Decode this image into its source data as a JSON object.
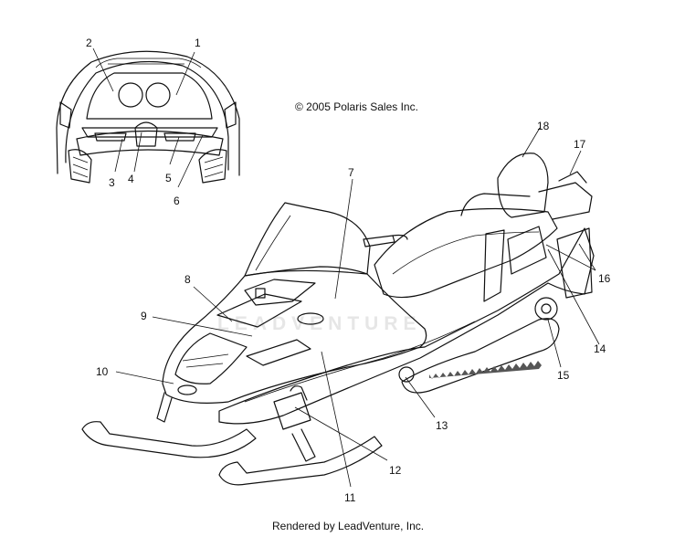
{
  "copyright": "© 2005 Polaris Sales Inc.",
  "watermark": "LEADVENTURE",
  "footer": "Rendered by LeadVenture, Inc.",
  "callouts": [
    "1",
    "2",
    "3",
    "4",
    "5",
    "6",
    "7",
    "8",
    "9",
    "10",
    "11",
    "12",
    "13",
    "14",
    "15",
    "16",
    "17",
    "18"
  ]
}
